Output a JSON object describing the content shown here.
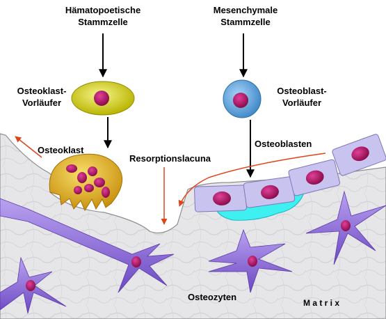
{
  "labels": {
    "hsc_line1": "Hämatopoetische",
    "hsc_line2": "Stammzelle",
    "msc_line1": "Mesenchymale",
    "msc_line2": "Stammzelle",
    "oc_prec_line1": "Osteoklast-",
    "oc_prec_line2": "Vorläufer",
    "ob_prec_line1": "Osteoblast-",
    "ob_prec_line2": "Vorläufer",
    "osteoklast": "Osteoklast",
    "resorptionslacuna": "Resorptionslacuna",
    "osteoblasten": "Osteoblasten",
    "osteozyten": "Osteozyten",
    "matrix": "M a t r i x"
  },
  "colors": {
    "matrix": "#e4e4e6",
    "matrix_edge": "#8e8e92",
    "osteoclast_precursor": "#cfcf10",
    "osteoclast": "#d8a20e",
    "osteoblast_precursor": "#4f95d0",
    "osteoblast_cell": "#c9c3ef",
    "nucleus": "#a0105a",
    "osteocyte": "#8c6ad8",
    "flow_arrow": "#e0431a",
    "new_bone": "#3ff0f0"
  }
}
